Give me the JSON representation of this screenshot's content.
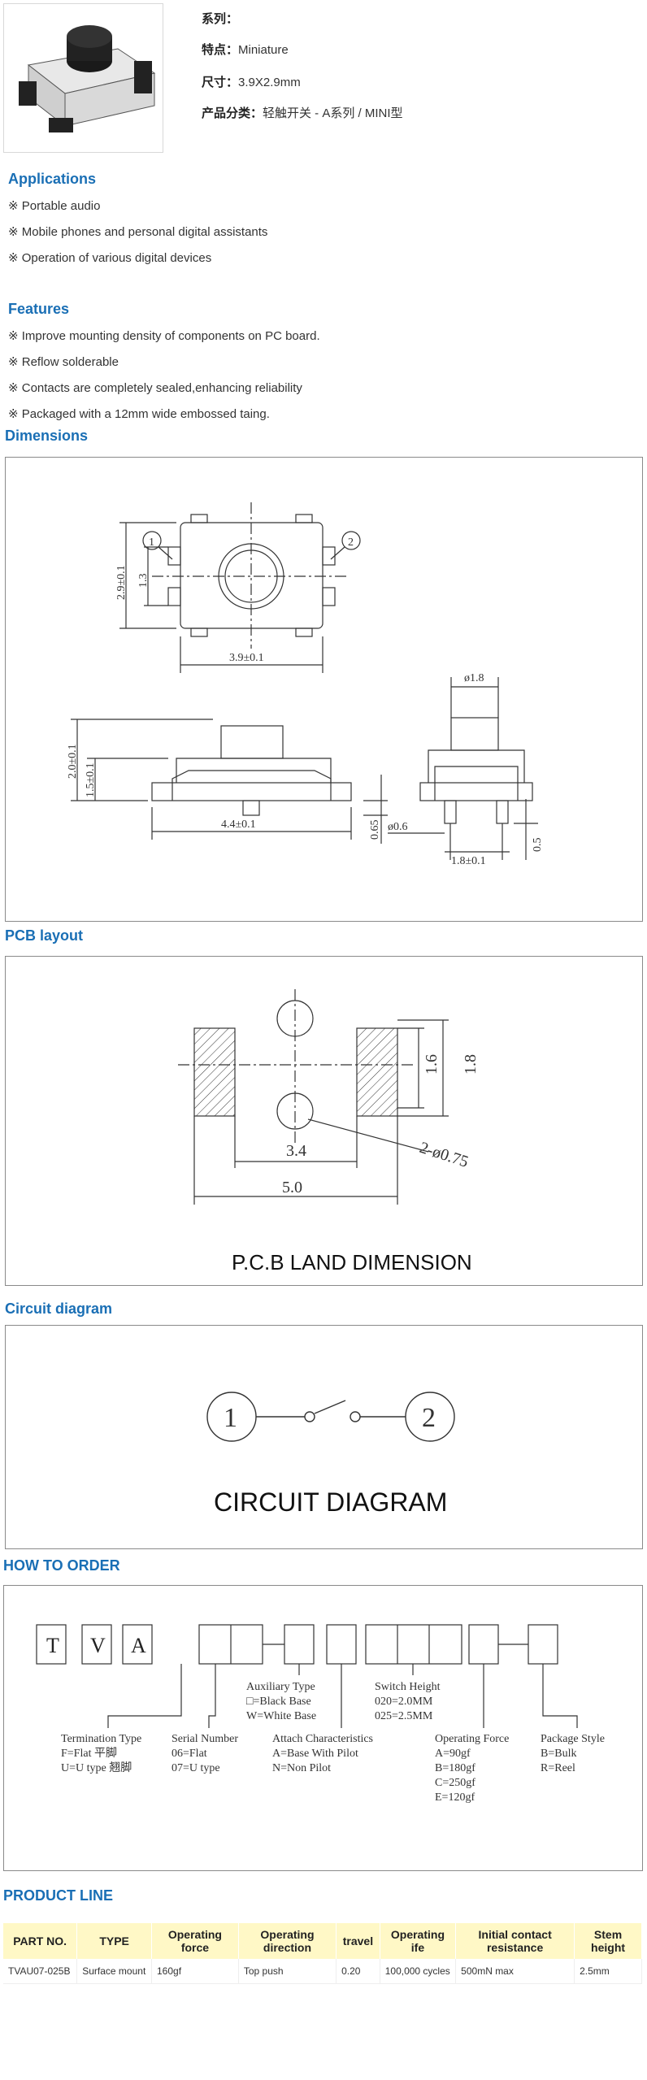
{
  "product": {
    "series_label": "系列：",
    "series_value": "",
    "feature_label": "特点：",
    "feature_value": "Miniature",
    "size_label": "尺寸：",
    "size_value": "3.9X2.9mm",
    "category_label": "产品分类：",
    "category_value": "轻触开关 - A系列 / MINI型"
  },
  "applications": {
    "title": "Applications",
    "items": [
      "※ Portable audio",
      "※ Mobile phones and personal digital assistants",
      "※ Operation of various digital devices"
    ]
  },
  "features": {
    "title": "Features",
    "items": [
      "※ Improve mounting density of components on PC board.",
      "※ Reflow solderable",
      "※ Contacts are completely sealed,enhancing reliability",
      "※ Packaged with a 12mm wide embossed taing."
    ]
  },
  "dimensions": {
    "title": "Dimensions",
    "labels": {
      "pin1": "1",
      "pin2": "2",
      "h29": "2.9±0.1",
      "h13": "1.3",
      "w39": "3.9±0.1",
      "phi18": "ø1.8",
      "h20": "2.0±0.1",
      "h15": "1.5±0.1",
      "w44": "4.4±0.1",
      "h065": "0.65",
      "phi06": "ø0.6",
      "w18": "1.8±0.1",
      "h05": "0.5"
    }
  },
  "pcb": {
    "title": "PCB layout",
    "labels": {
      "d16": "1.6",
      "d18": "1.8",
      "d34": "3.4",
      "d50": "5.0",
      "hole": "2-ø0.75",
      "caption": "P.C.B LAND DIMENSION"
    }
  },
  "circuit": {
    "title": "Circuit diagram",
    "labels": {
      "n1": "1",
      "n2": "2",
      "caption": "CIRCUIT DIAGRAM"
    }
  },
  "order": {
    "title": "HOW TO ORDER",
    "letters": [
      "T",
      "V",
      "A"
    ],
    "termination": {
      "title": "Termination Type",
      "l1": "F=Flat   平脚",
      "l2": "U=U type 翘脚"
    },
    "serial": {
      "title": "Serial Number",
      "l1": "06=Flat",
      "l2": "07=U type"
    },
    "auxiliary": {
      "title": "Auxiliary Type",
      "l1": "□=Black Base",
      "l2": "W=White Base"
    },
    "attach": {
      "title": "Attach Characteristics",
      "l1": "A=Base With Pilot",
      "l2": "N=Non Pilot"
    },
    "height": {
      "title": "Switch Height",
      "l1": "020=2.0MM",
      "l2": "025=2.5MM"
    },
    "force": {
      "title": "Operating Force",
      "l1": "A=90gf",
      "l2": "B=180gf",
      "l3": "C=250gf",
      "l4": "E=120gf"
    },
    "package": {
      "title": "Package Style",
      "l1": "B=Bulk",
      "l2": "R=Reel"
    }
  },
  "product_line": {
    "title": "PRODUCT LINE",
    "headers": [
      "PART NO.",
      "TYPE",
      "Operating force",
      "Operating direction",
      "travel",
      "Operating ife",
      "Initial contact resistance",
      "Stem height"
    ],
    "rows": [
      [
        "TVAU07-025B",
        "Surface mount",
        "160gf",
        "Top push",
        "0.20",
        "100,000 cycles",
        "500mN max",
        "2.5mm"
      ]
    ]
  },
  "colors": {
    "heading": "#1a6fb5",
    "table_header": "#fff8c6"
  }
}
